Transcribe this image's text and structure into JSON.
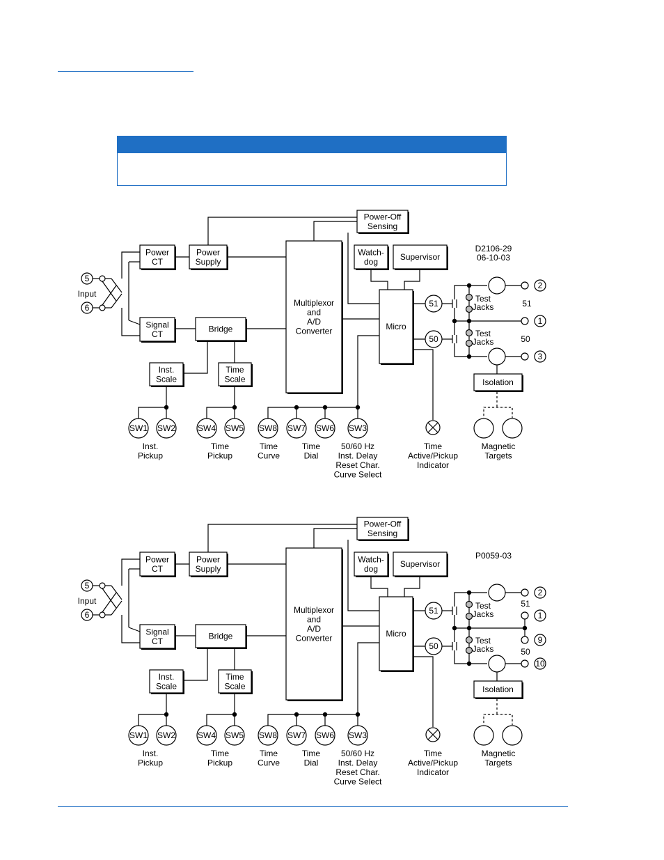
{
  "header": {
    "rule_color": "#1f6fc4"
  },
  "note": {
    "text": ""
  },
  "diagrams": [
    {
      "id": "D2106-29",
      "ref_line1": "D2106-29",
      "ref_line2": "06-10-03",
      "inputs": {
        "top": "5",
        "bottom": "6",
        "label": "Input"
      },
      "power_ct": [
        "Power",
        "CT"
      ],
      "power_supply": [
        "Power",
        "Supply"
      ],
      "signal_ct": [
        "Signal",
        "CT"
      ],
      "bridge": "Bridge",
      "inst_scale": [
        "Inst.",
        "Scale"
      ],
      "time_scale": [
        "Time",
        "Scale"
      ],
      "mux": [
        "Multiplexor",
        "and",
        "A/D",
        "Converter"
      ],
      "power_off": [
        "Power-Off",
        "Sensing"
      ],
      "watchdog": [
        "Watch-",
        "dog"
      ],
      "supervisor": "Supervisor",
      "micro": "Micro",
      "out51": "51",
      "out50": "50",
      "test_jacks": [
        "Test",
        "Jacks"
      ],
      "terminals": [
        "2",
        "1",
        "3"
      ],
      "term_labels": [
        "51",
        "50"
      ],
      "isolation": "Isolation",
      "switches": [
        "SW1",
        "SW2",
        "SW4",
        "SW5",
        "SW8",
        "SW7",
        "SW6",
        "SW3"
      ],
      "sw_labels": {
        "inst_pickup": [
          "Inst.",
          "Pickup"
        ],
        "time_pickup": [
          "Time",
          "Pickup"
        ],
        "time_curve": [
          "Time",
          "Curve"
        ],
        "time_dial": [
          "Time",
          "Dial"
        ],
        "sw3": [
          "50/60 Hz",
          "Inst. Delay",
          "Reset Char.",
          "Curve Select"
        ]
      },
      "indicator": [
        "Time",
        "Active/Pickup",
        "Indicator"
      ],
      "targets": [
        "Magnetic",
        "Targets"
      ]
    },
    {
      "id": "P0059-03",
      "ref_line1": "P0059-03",
      "ref_line2": "",
      "inputs": {
        "top": "5",
        "bottom": "6",
        "label": "Input"
      },
      "power_ct": [
        "Power",
        "CT"
      ],
      "power_supply": [
        "Power",
        "Supply"
      ],
      "signal_ct": [
        "Signal",
        "CT"
      ],
      "bridge": "Bridge",
      "inst_scale": [
        "Inst.",
        "Scale"
      ],
      "time_scale": [
        "Time",
        "Scale"
      ],
      "mux": [
        "Multiplexor",
        "and",
        "A/D",
        "Converter"
      ],
      "power_off": [
        "Power-Off",
        "Sensing"
      ],
      "watchdog": [
        "Watch-",
        "dog"
      ],
      "supervisor": "Supervisor",
      "micro": "Micro",
      "out51": "51",
      "out50": "50",
      "test_jacks": [
        "Test",
        "Jacks"
      ],
      "terminals": [
        "2",
        "1",
        "9",
        "10"
      ],
      "term_labels": [
        "51",
        "50"
      ],
      "isolation": "Isolation",
      "switches": [
        "SW1",
        "SW2",
        "SW4",
        "SW5",
        "SW8",
        "SW7",
        "SW6",
        "SW3"
      ],
      "sw_labels": {
        "inst_pickup": [
          "Inst.",
          "Pickup"
        ],
        "time_pickup": [
          "Time",
          "Pickup"
        ],
        "time_curve": [
          "Time",
          "Curve"
        ],
        "time_dial": [
          "Time",
          "Dial"
        ],
        "sw3": [
          "50/60 Hz",
          "Inst. Delay",
          "Reset Char.",
          "Curve Select"
        ]
      },
      "indicator": [
        "Time",
        "Active/Pickup",
        "Indicator"
      ],
      "targets": [
        "Magnetic",
        "Targets"
      ]
    }
  ]
}
